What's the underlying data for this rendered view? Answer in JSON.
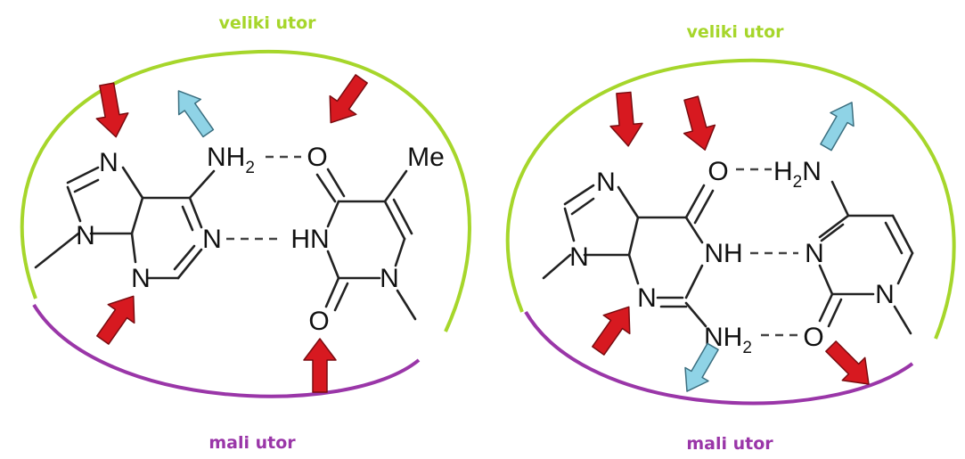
{
  "colors": {
    "major_groove": "#a6d62b",
    "minor_groove": "#9a36a8",
    "acceptor_arrow": "#d71920",
    "donor_arrow": "#8fd3e6",
    "bond": "#222222"
  },
  "panels": [
    {
      "major_groove_label": "veliki utor",
      "minor_groove_label": "mali utor",
      "atoms": {
        "n7": "N",
        "n9": "N",
        "n3": "N",
        "n1": "N",
        "nh2": "NH",
        "nh2_sub": "2",
        "hn": "HN",
        "o4": "O",
        "o2": "O",
        "n1t": "N",
        "me": "Me"
      }
    },
    {
      "major_groove_label": "veliki utor",
      "minor_groove_label": "mali utor",
      "atoms": {
        "n7": "N",
        "n9": "N",
        "n3": "N",
        "o6": "O",
        "nh": "NH",
        "nh2": "NH",
        "nh2_sub": "2",
        "h2n": "H",
        "h2n_sub": "2",
        "h2n_n": "N",
        "n3c": "N",
        "n1c": "N",
        "o2": "O"
      }
    }
  ],
  "arrow_icons": [
    "acceptor-arrow-icon",
    "donor-arrow-icon"
  ]
}
